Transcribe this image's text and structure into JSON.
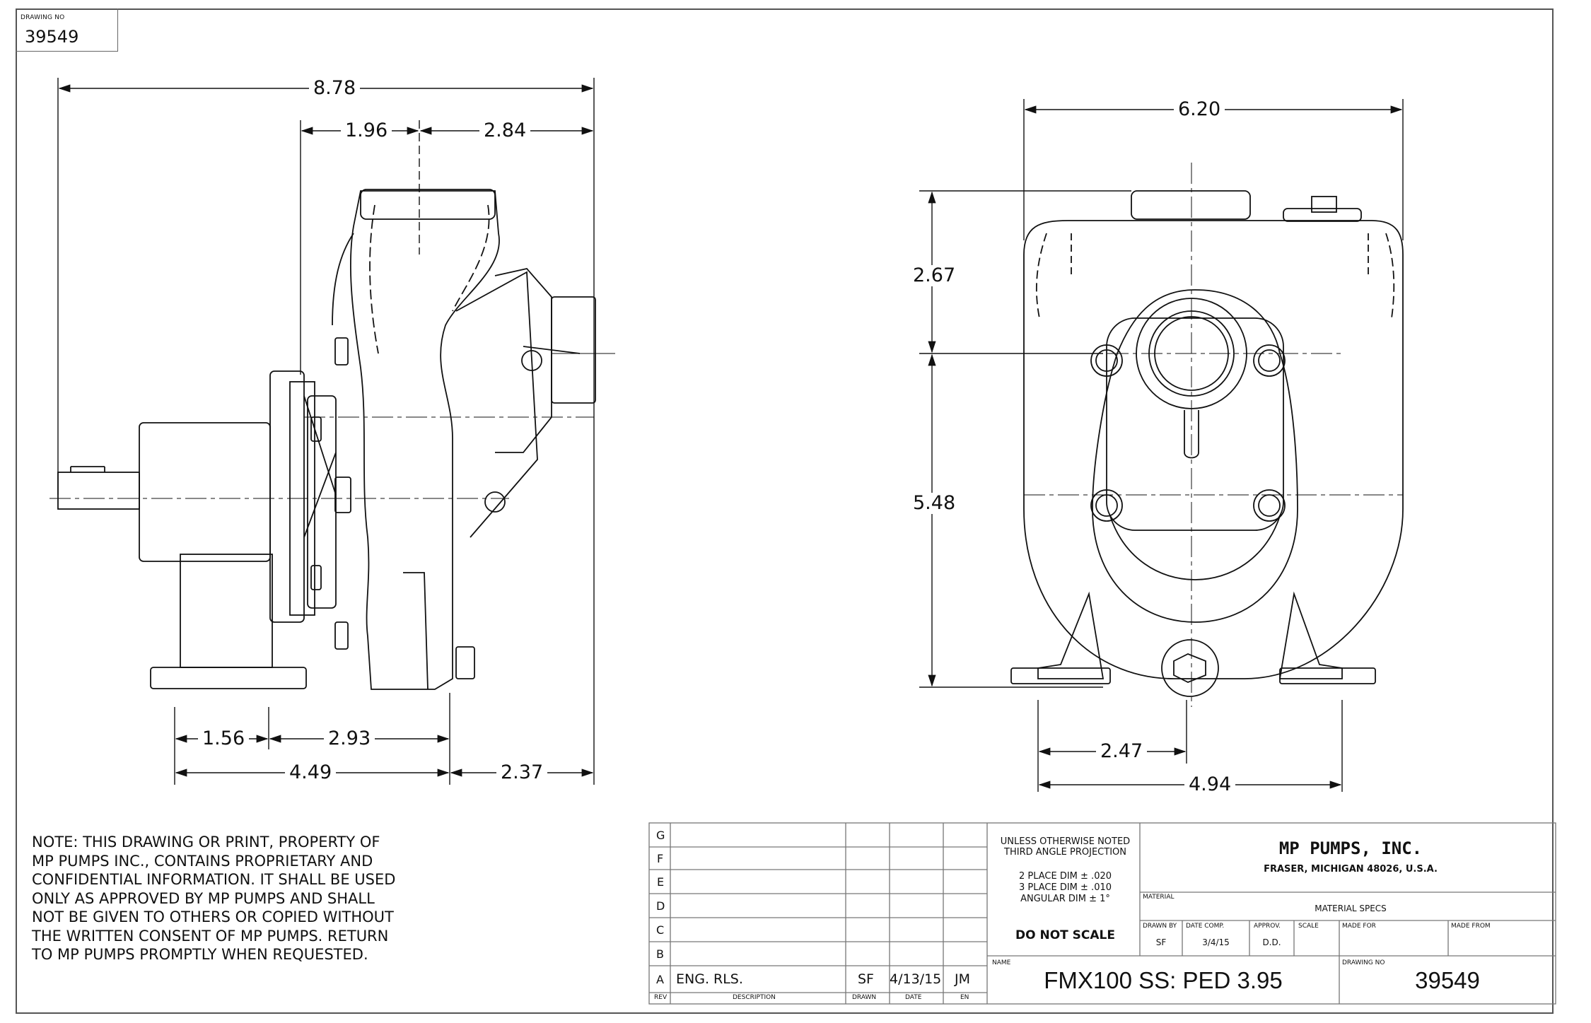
{
  "drawing_no_box": {
    "label": "DRAWING NO",
    "value": "39549"
  },
  "dimensions": {
    "side_overall": "8.78",
    "side_top_left": "1.96",
    "side_top_right": "2.84",
    "side_bottom_1": "1.56",
    "side_bottom_2": "2.93",
    "side_bottom_3": "4.49",
    "side_bottom_4": "2.37",
    "front_width": "6.20",
    "front_upper_height": "2.67",
    "front_lower_height": "5.48",
    "front_bottom_1": "2.47",
    "front_bottom_2": "4.94"
  },
  "note": "NOTE:  THIS DRAWING OR PRINT, PROPERTY OF MP PUMPS INC., CONTAINS  PROPRIETARY AND CONFIDENTIAL INFORMATION.  IT SHALL BE USED ONLY AS APPROVED BY MP PUMPS AND SHALL NOT BE GIVEN TO OTHERS OR COPIED WITHOUT THE WRITTEN CONSENT OF MP PUMPS.  RETURN TO MP PUMPS PROMPTLY WHEN REQUESTED.",
  "revisions": {
    "letters": [
      "G",
      "F",
      "E",
      "D",
      "C",
      "B",
      "A"
    ],
    "row_a": {
      "description": "ENG. RLS.",
      "drawn": "SF",
      "date": "4/13/15",
      "en": "JM"
    },
    "headers": {
      "rev": "REV",
      "description": "DESCRIPTION",
      "drawn": "DRAWN",
      "date": "DATE",
      "en": "EN"
    }
  },
  "title_block": {
    "tolerance_title": "UNLESS OTHERWISE NOTED THIRD ANGLE PROJECTION",
    "tol_2place": "2 PLACE DIM ± .020",
    "tol_3place": "3 PLACE DIM ± .010",
    "tol_angular": "ANGULAR DIM ± 1°",
    "do_not_scale": "DO NOT SCALE",
    "company": "MP PUMPS, INC.",
    "address": "FRASER, MICHIGAN  48026, U.S.A.",
    "material_label": "MATERIAL",
    "material_value": "MATERIAL SPECS",
    "drawn_by_label": "DRAWN BY",
    "drawn_by": "SF",
    "date_comp_label": "DATE COMP.",
    "date_comp": "3/4/15",
    "approv_label": "APPROV.",
    "approv": "D.D.",
    "scale_label": "SCALE",
    "made_for_label": "MADE FOR",
    "made_from_label": "MADE FROM",
    "name_label": "NAME",
    "name": "FMX100 SS: PED 3.95",
    "drawing_no_label": "DRAWING NO",
    "drawing_no": "39549"
  }
}
